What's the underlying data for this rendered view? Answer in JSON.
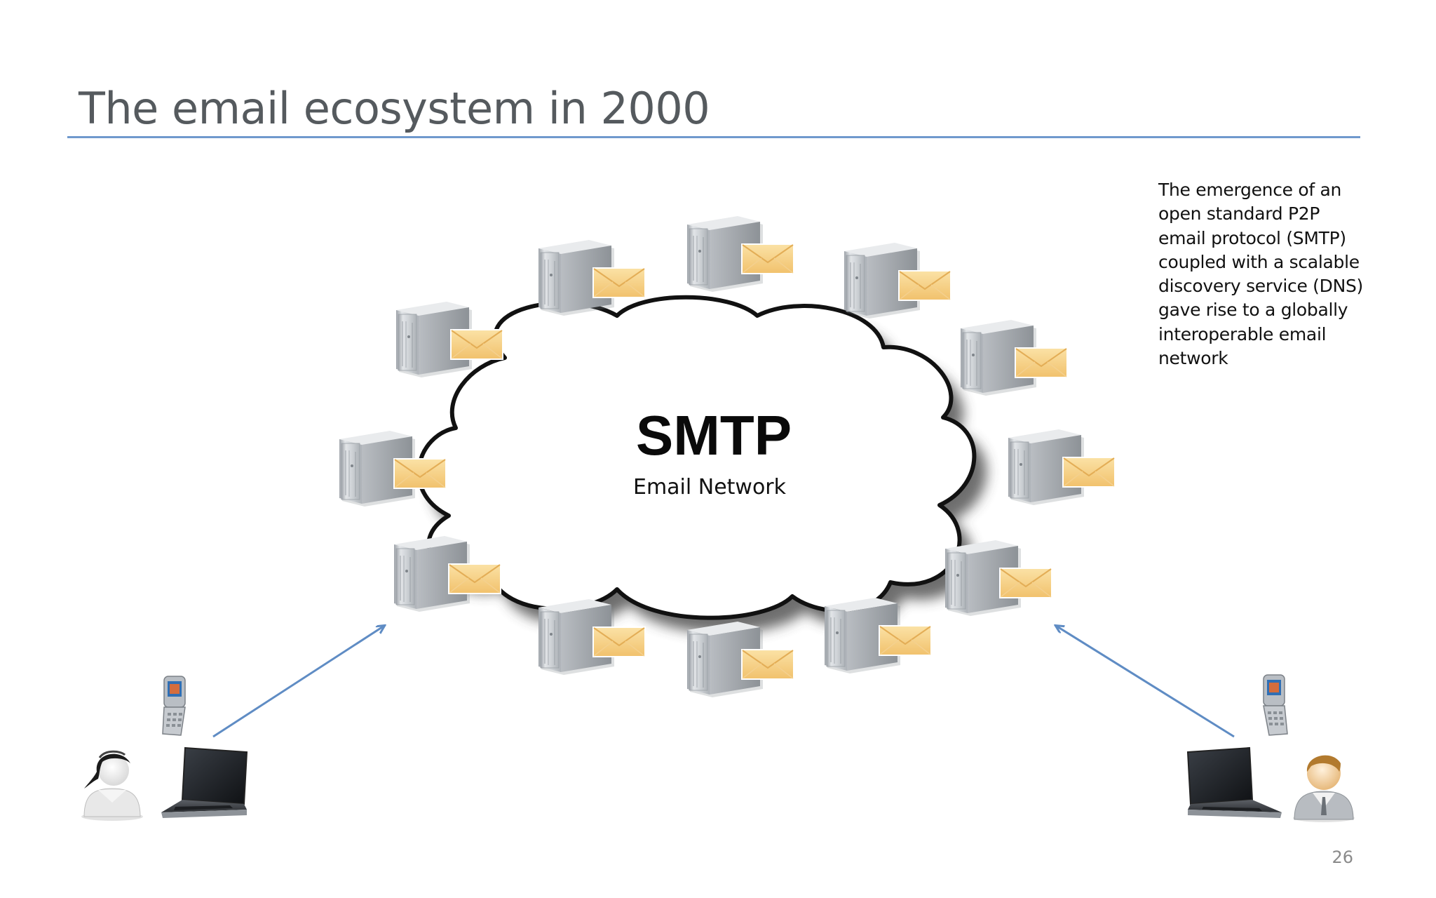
{
  "slide": {
    "title": "The email ecosystem in 2000",
    "page_number": "26"
  },
  "caption": {
    "lines": [
      "The emergence of an",
      "open standard P2P",
      "email protocol (SMTP)",
      "coupled with a scalable",
      "discovery service (DNS)",
      "gave rise to a globally",
      "interoperable email",
      "network"
    ]
  },
  "cloud": {
    "title": "SMTP",
    "subtitle": "Email Network"
  },
  "icons": {
    "server": "mail-server-icon",
    "envelope": "envelope-icon",
    "person_left": "female-user-icon",
    "person_right": "male-user-icon",
    "laptop": "laptop-icon",
    "phone": "flip-phone-icon"
  },
  "colors": {
    "title_rule": "#6f99cd",
    "arrow": "#5f8cc4",
    "envelope": "#f6cf83",
    "server": "#c9ccd0"
  }
}
